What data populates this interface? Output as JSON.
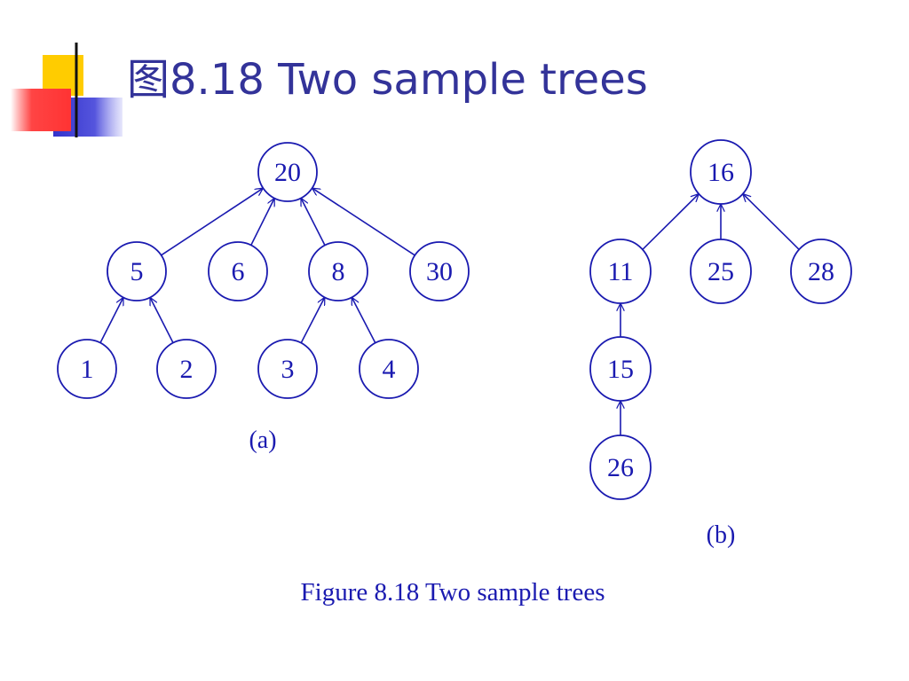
{
  "slide": {
    "title": "图8.18 Two sample trees",
    "caption": "Figure 8.18 Two sample trees"
  },
  "colors": {
    "title": "#333399",
    "diagram_ink": "#1a1ab0",
    "deco_yellow": "#ffcc00",
    "deco_red": "#ff3333",
    "deco_blue": "#3333cc"
  },
  "trees": [
    {
      "label": "(a)",
      "nodes": [
        {
          "id": "a20",
          "value": "20"
        },
        {
          "id": "a5",
          "value": "5"
        },
        {
          "id": "a6",
          "value": "6"
        },
        {
          "id": "a8",
          "value": "8"
        },
        {
          "id": "a30",
          "value": "30"
        },
        {
          "id": "a1",
          "value": "1"
        },
        {
          "id": "a2",
          "value": "2"
        },
        {
          "id": "a3",
          "value": "3"
        },
        {
          "id": "a4",
          "value": "4"
        }
      ],
      "edges": [
        {
          "child": "a5",
          "parent": "a20"
        },
        {
          "child": "a6",
          "parent": "a20"
        },
        {
          "child": "a8",
          "parent": "a20"
        },
        {
          "child": "a30",
          "parent": "a20"
        },
        {
          "child": "a1",
          "parent": "a5"
        },
        {
          "child": "a2",
          "parent": "a5"
        },
        {
          "child": "a3",
          "parent": "a8"
        },
        {
          "child": "a4",
          "parent": "a8"
        }
      ]
    },
    {
      "label": "(b)",
      "nodes": [
        {
          "id": "b16",
          "value": "16"
        },
        {
          "id": "b11",
          "value": "11"
        },
        {
          "id": "b25",
          "value": "25"
        },
        {
          "id": "b28",
          "value": "28"
        },
        {
          "id": "b15",
          "value": "15"
        },
        {
          "id": "b26",
          "value": "26"
        }
      ],
      "edges": [
        {
          "child": "b11",
          "parent": "b16"
        },
        {
          "child": "b25",
          "parent": "b16"
        },
        {
          "child": "b28",
          "parent": "b16"
        },
        {
          "child": "b15",
          "parent": "b11"
        },
        {
          "child": "b26",
          "parent": "b15"
        }
      ]
    }
  ]
}
